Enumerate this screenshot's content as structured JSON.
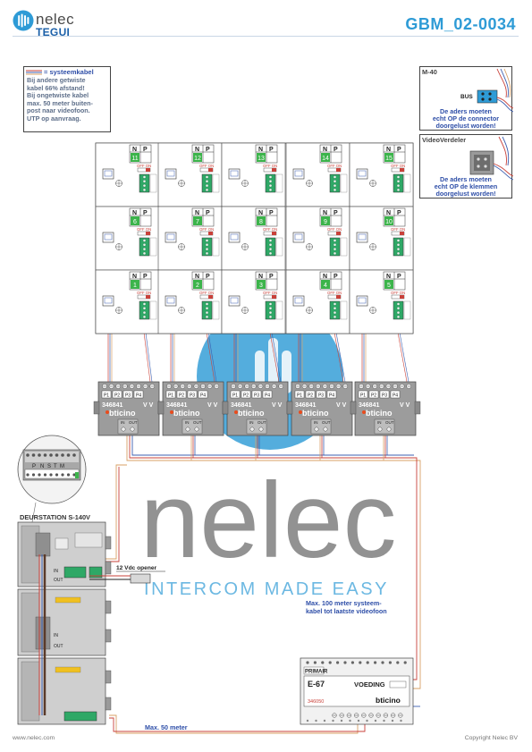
{
  "header": {
    "brand": "nelec",
    "brand_sub": "TEGUI",
    "doc_code": "GBM_02-0034"
  },
  "legend_note": {
    "title": "= systeemkabel",
    "lines": [
      "Bij andere getwiste",
      "kabel 66% afstand!",
      "Bij ongetwiste kabel",
      "max. 50 meter buiten-",
      "post naar videofoon.",
      "UTP op aanvraag."
    ]
  },
  "m40_box": {
    "title": "M-40",
    "label": "BUS",
    "warning": [
      "De aders moeten",
      "echt OP de connector",
      "doorgelust worden!"
    ]
  },
  "vv_box": {
    "title": "VideoVerdeler",
    "warning": [
      "De aders moeten",
      "echt OP de klemmen",
      "doorgelust worden!"
    ]
  },
  "handsets": {
    "np_labels": [
      "N",
      "P"
    ],
    "switch_label": "OFF ON",
    "rows": [
      [
        "11",
        "12",
        "13",
        "14",
        "15"
      ],
      [
        "6",
        "7",
        "8",
        "9",
        "10"
      ],
      [
        "1",
        "2",
        "3",
        "4",
        "5"
      ]
    ]
  },
  "distributor": {
    "code": "346841",
    "vv": "V V",
    "ports": [
      "P1",
      "P2",
      "P3",
      "P4"
    ],
    "in": "IN",
    "out": "OUT",
    "brand": "bticino"
  },
  "door_station": {
    "title": "DEURSTATION S-140V",
    "terminal_labels": [
      "P",
      "N",
      "S",
      "T",
      "M"
    ],
    "in": "IN",
    "out": "OUT"
  },
  "opener": "12 Vdc opener",
  "note_100": [
    "Max. 100 meter systeem-",
    "kabel tot laatste videofoon"
  ],
  "note_50": "Max. 50 meter",
  "power": {
    "primair": "PRIMAIR",
    "model": "E-67",
    "label": "VOEDING",
    "code": "346050",
    "brand": "bticino"
  },
  "watermark": {
    "word": "nelec",
    "tagline": "INTERCOM MADE EASY"
  },
  "footer": {
    "left": "www.nelec.com",
    "right": "Copyright Nelec BV"
  },
  "colors": {
    "accent": "#2e9bd6",
    "brand_blue": "#1a5fa8",
    "cable_red": "#c9413a",
    "cable_blue": "#3c5fb0",
    "cable_orange": "#d8a066",
    "label_green": "#3cb44b",
    "terminal_green": "#2ea866",
    "warning_blue": "#2f4fa8"
  }
}
